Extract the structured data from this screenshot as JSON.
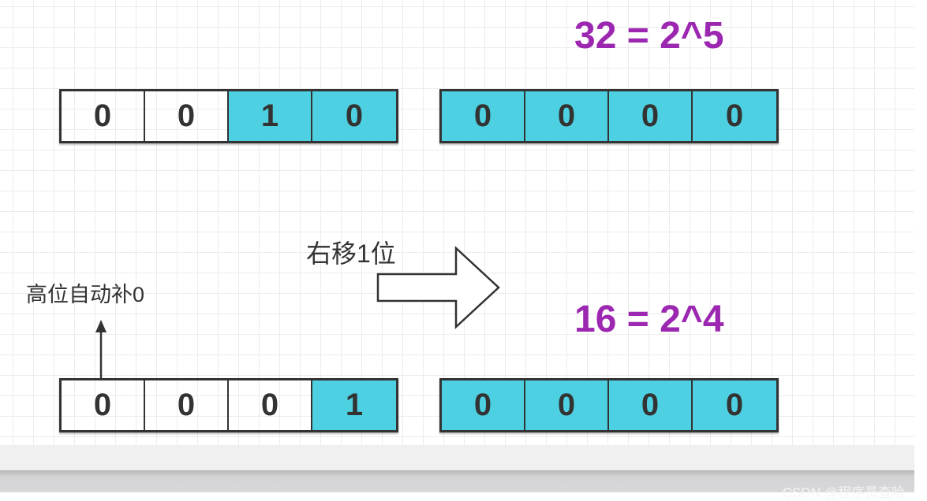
{
  "top_left_bits": [
    "0",
    "0",
    "1",
    "0"
  ],
  "top_left_on": [
    false,
    false,
    true,
    true
  ],
  "top_right_bits": [
    "0",
    "0",
    "0",
    "0"
  ],
  "bottom_left_bits": [
    "0",
    "0",
    "0",
    "1"
  ],
  "bottom_left_on": [
    false,
    false,
    false,
    true
  ],
  "bottom_right_bits": [
    "0",
    "0",
    "0",
    "0"
  ],
  "top_equation": "32 = 2^5",
  "bottom_equation": "16 = 2^4",
  "shift_label": "右移1位",
  "fill_label": "高位自动补0",
  "watermark": "CSDN @程序员查哈",
  "colors": {
    "cell_on": "#4dd0e1",
    "equation": "#9c27b0"
  }
}
